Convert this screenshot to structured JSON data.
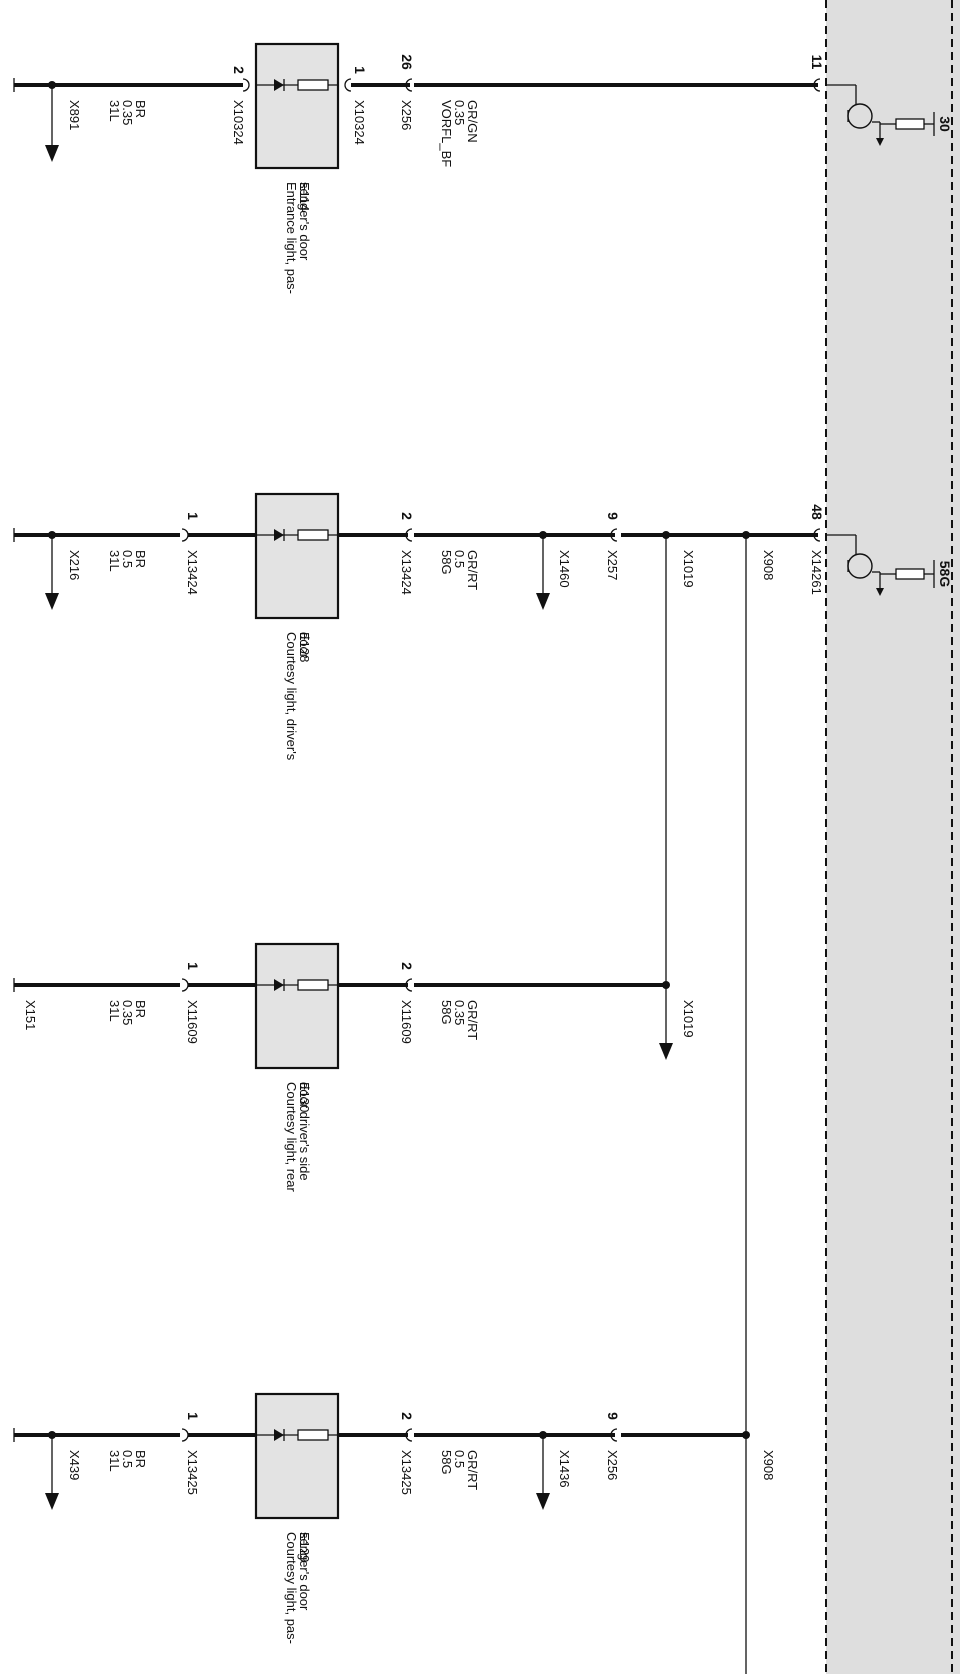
{
  "module": {
    "outputs": [
      {
        "pin": "11",
        "connector": "",
        "terminal": "30"
      },
      {
        "pin": "48",
        "connector": "X14261",
        "terminal": "58G"
      }
    ]
  },
  "circuits": [
    {
      "id": "E114",
      "description": "Entrance light, pas-\nsenger's door",
      "pin_left": "2",
      "pin_right": "1",
      "conn_left": "X10324",
      "conn_right": "X10324",
      "ground_wire": [
        "31L",
        "0.35",
        "BR"
      ],
      "ground_conn": "X891",
      "feed_wire": [
        "VORFL_BF",
        "0.35",
        "GR/GN"
      ],
      "feed_conn": "X256",
      "feed_pin": "26"
    },
    {
      "id": "E128",
      "description": "Courtesy light, driver's\ndoor",
      "pin_left": "1",
      "pin_right": "2",
      "conn_left": "X13424",
      "conn_right": "X13424",
      "ground_wire": [
        "31L",
        "0.5",
        "BR"
      ],
      "ground_conn": "X216",
      "feed_wire": [
        "58G",
        "0.5",
        "GR/RT"
      ],
      "splice": "X1460",
      "feed_conn": "X257",
      "feed_pin": "9",
      "branch_1": "X1019",
      "branch_2": "X908"
    },
    {
      "id": "E130",
      "description": "Courtesy light, rear\ndoor driver's side",
      "pin_left": "1",
      "pin_right": "2",
      "conn_left": "X11609",
      "conn_right": "X11609",
      "ground_wire": [
        "31L",
        "0.35",
        "BR"
      ],
      "ground_conn": "X151",
      "feed_wire": [
        "58G",
        "0.35",
        "GR/RT"
      ],
      "branch": "X1019"
    },
    {
      "id": "E129",
      "description": "Courtesy light, pas-\nsenger's door",
      "pin_left": "1",
      "pin_right": "2",
      "conn_left": "X13425",
      "conn_right": "X13425",
      "ground_wire": [
        "31L",
        "0.5",
        "BR"
      ],
      "ground_conn": "X439",
      "feed_wire": [
        "58G",
        "0.5",
        "GR/RT"
      ],
      "splice": "X1436",
      "feed_conn": "X256",
      "feed_pin": "9",
      "branch": "X908"
    }
  ]
}
